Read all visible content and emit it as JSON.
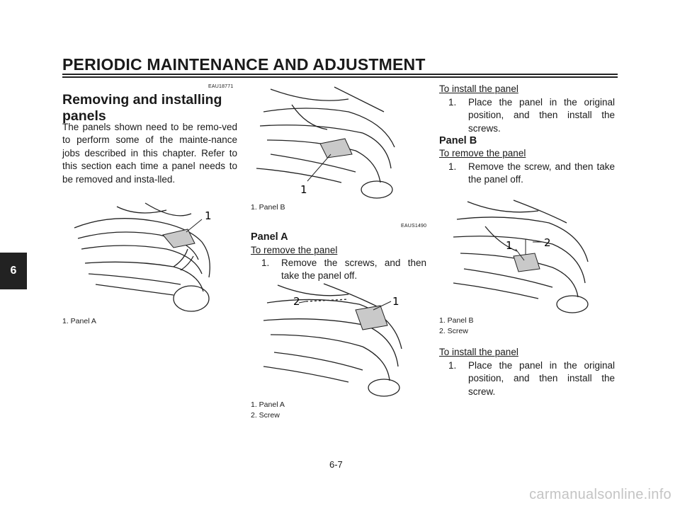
{
  "header": {
    "title": "PERIODIC MAINTENANCE AND ADJUSTMENT"
  },
  "side_tab": {
    "label": "6"
  },
  "col1": {
    "code": "EAU18771",
    "title": "Removing and installing panels",
    "paragraph": "The panels shown need to be remo-ved to perform some of the mainte-nance jobs described in this chapter. Refer to this section each time a panel needs to be removed and insta-lled.",
    "figure": {
      "callouts": [
        "1"
      ],
      "caption": "1. Panel A"
    }
  },
  "col2": {
    "figure_top": {
      "callouts": [
        "1"
      ],
      "caption": "1. Panel B"
    },
    "code": "EAUS1490",
    "panel_a_heading": "Panel A",
    "remove_heading": "To remove the panel",
    "remove_step": {
      "num": "1.",
      "text": "Remove the screws, and then take the panel off."
    },
    "figure_bottom": {
      "callouts": [
        "2",
        "1"
      ],
      "caption1": "1. Panel A",
      "caption2": "2. Screw"
    }
  },
  "col3": {
    "install_heading": "To install the panel",
    "install_step": {
      "num": "1.",
      "text": "Place the panel in the original position, and then install the screws."
    },
    "panel_b_heading": "Panel B",
    "remove_heading": "To remove the panel",
    "remove_step": {
      "num": "1.",
      "text": "Remove the screw, and then take the panel off."
    },
    "figure": {
      "callouts": [
        "1",
        "2"
      ],
      "caption1": "1. Panel B",
      "caption2": "2. Screw"
    },
    "install_heading2": "To install the panel",
    "install_step2": {
      "num": "1.",
      "text": "Place the panel in the original position, and then install the screw."
    }
  },
  "footer": {
    "page_number": "6-7",
    "watermark": "carmanualsonline.info"
  }
}
